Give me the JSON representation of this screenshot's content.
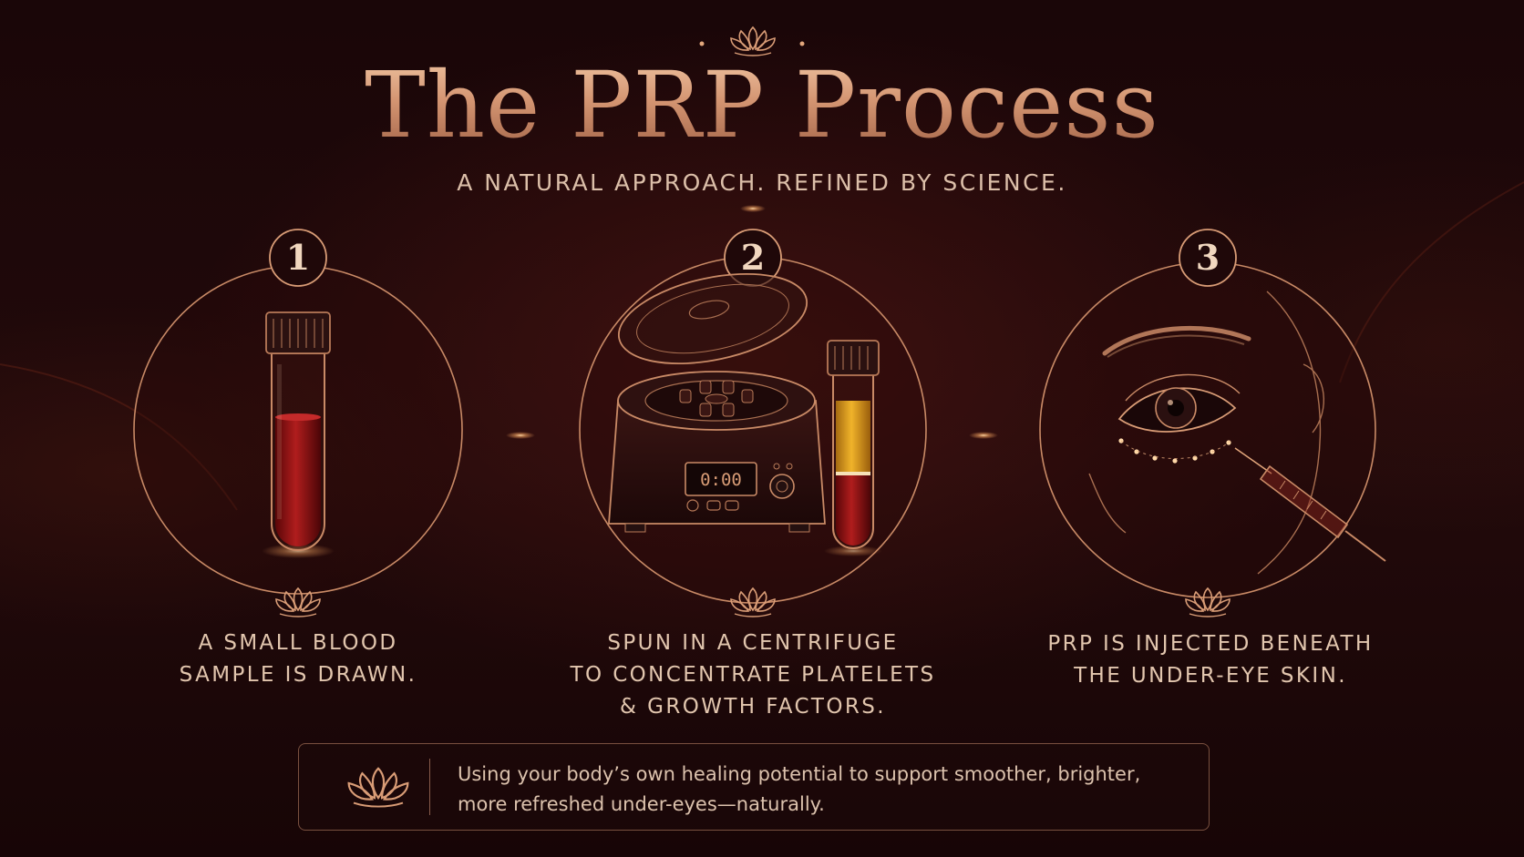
{
  "title": "The PRP Process",
  "subtitle": "A NATURAL APPROACH. REFINED BY SCIENCE.",
  "steps": [
    {
      "number": "1",
      "caption_lines": [
        "A SMALL BLOOD",
        "SAMPLE IS DRAWN."
      ],
      "icon": "blood-tube-icon"
    },
    {
      "number": "2",
      "caption_lines": [
        "SPUN IN A CENTRIFUGE",
        "TO CONCENTRATE PLATELETS",
        "& GROWTH FACTORS."
      ],
      "icon": "centrifuge-icon",
      "display_readout": "0:00"
    },
    {
      "number": "3",
      "caption_lines": [
        "PRP IS INJECTED BENEATH",
        "THE UNDER-EYE SKIN."
      ],
      "icon": "eye-injection-icon"
    }
  ],
  "note": {
    "lines": [
      "Using your body’s own healing potential to support smoother, brighter,",
      "more refreshed under-eyes—naturally."
    ],
    "icon": "lotus-icon"
  },
  "colors": {
    "background": "#1d0709",
    "gold": "#d59a76",
    "text": "#e2c6ae",
    "blood": "#8e1216",
    "plasma": "#e0a020"
  }
}
